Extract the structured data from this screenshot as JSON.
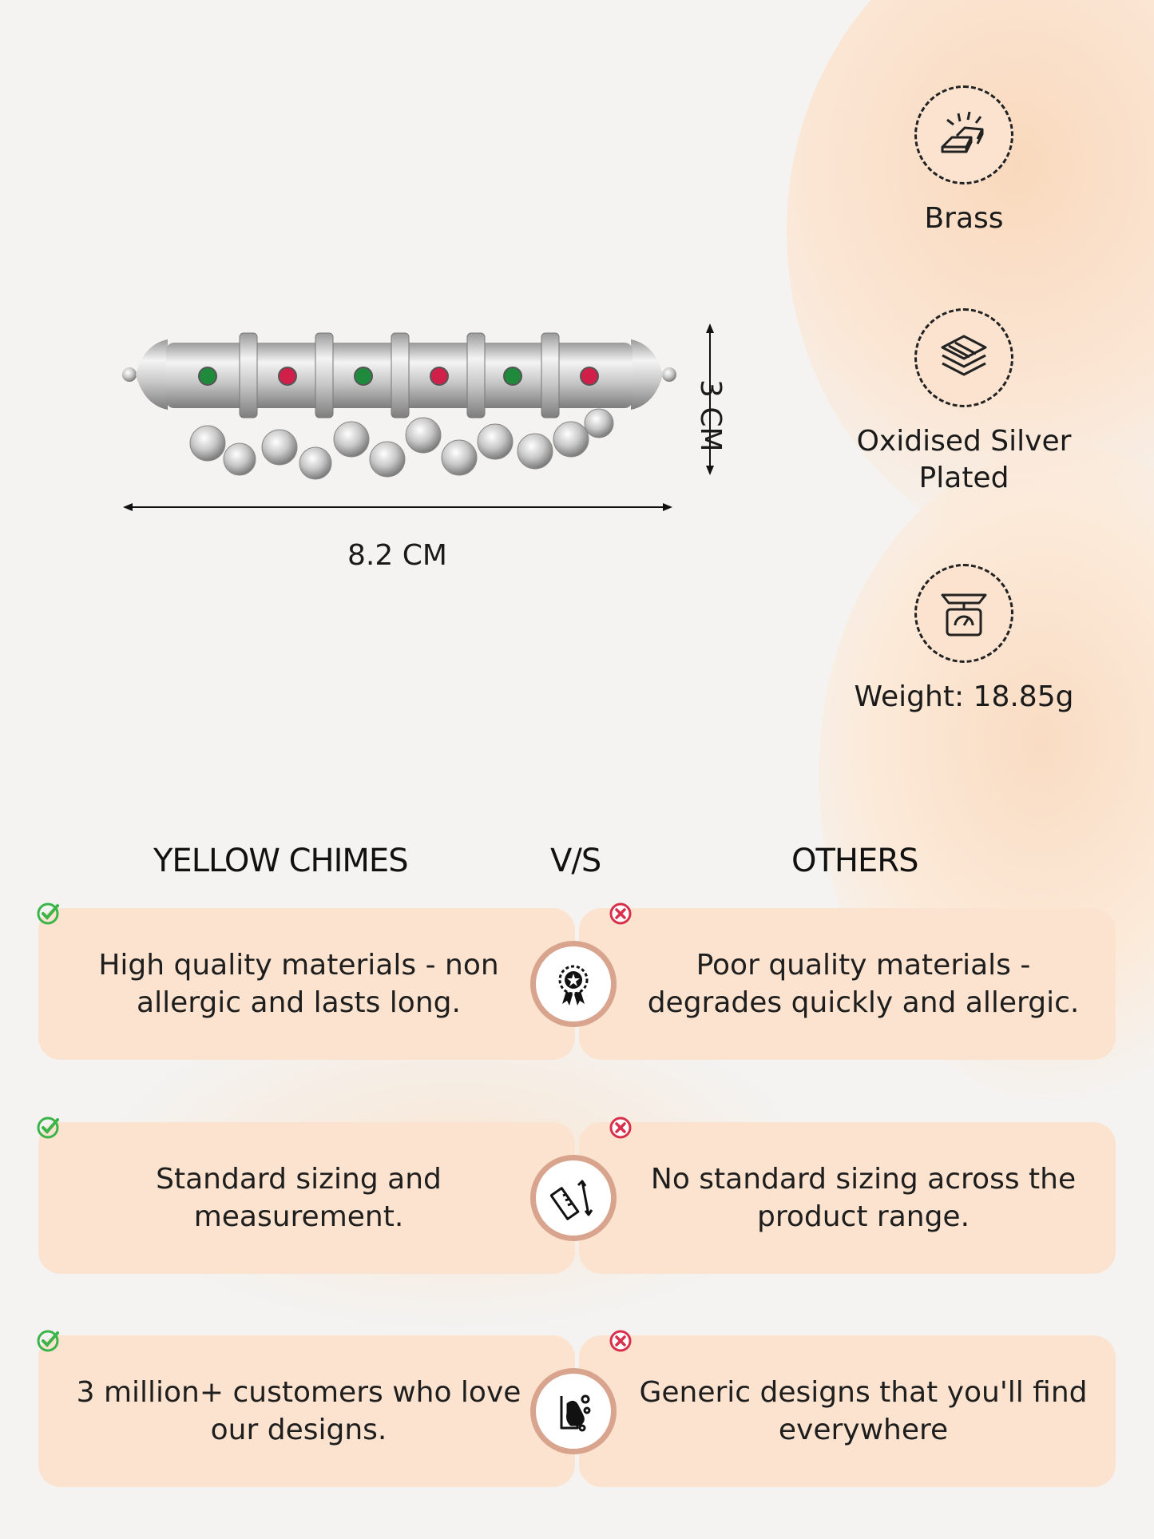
{
  "dimensions": {
    "width": "8.2 CM",
    "height": "3 CM"
  },
  "features": [
    {
      "icon": "gold-bars-icon",
      "label": "Brass"
    },
    {
      "icon": "layers-icon",
      "label": "Oxidised Silver Plated"
    },
    {
      "icon": "weighing-scale-icon",
      "label": "Weight: 18.85g"
    }
  ],
  "comparison": {
    "left_header": "YELLOW CHIMES",
    "vs": "V/S",
    "right_header": "OTHERS",
    "rows": [
      {
        "left": "High quality materials - non allergic and lasts long.",
        "icon": "quality-badge-icon",
        "right": "Poor quality materials - degrades quickly and allergic."
      },
      {
        "left": "Standard sizing and measurement.",
        "icon": "ruler-measure-icon",
        "right": "No standard sizing across the product range."
      },
      {
        "left": "3 million+ customers who love our designs.",
        "icon": "customers-love-icon",
        "right": "Generic designs that you'll find everywhere"
      }
    ]
  },
  "colors": {
    "card": "#fbe3cf",
    "check": "#3bb54a",
    "cross": "#d8304a",
    "ring_border": "#d9a48e"
  }
}
